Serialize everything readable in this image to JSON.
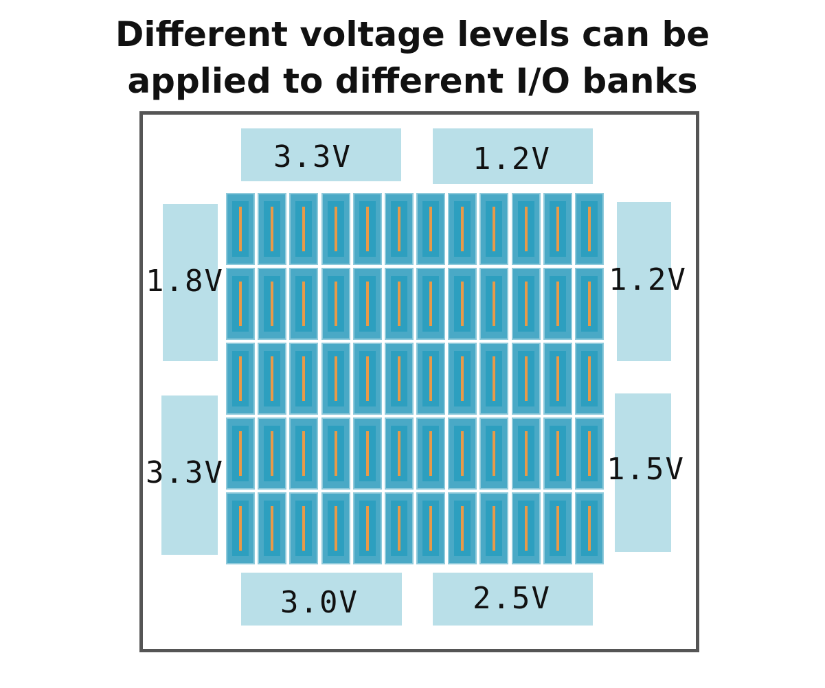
{
  "title": {
    "line1": "Different voltage levels can be",
    "line2": "applied to different I/O banks"
  },
  "banks": {
    "top_left": "3.3V",
    "top_right": "1.2V",
    "left_upper": "1.8V",
    "left_lower": "3.3V",
    "right_upper": "1.2V",
    "right_lower": "1.5V",
    "bottom_left": "3.0V",
    "bottom_right": "2.5V"
  },
  "core_grid": {
    "rows": 5,
    "columns": 12
  },
  "colors": {
    "bank_fill": "#b9dfe8",
    "cell_fill": "#4aa9c6",
    "cell_stripe": "#e89a48",
    "outline": "#555555"
  }
}
